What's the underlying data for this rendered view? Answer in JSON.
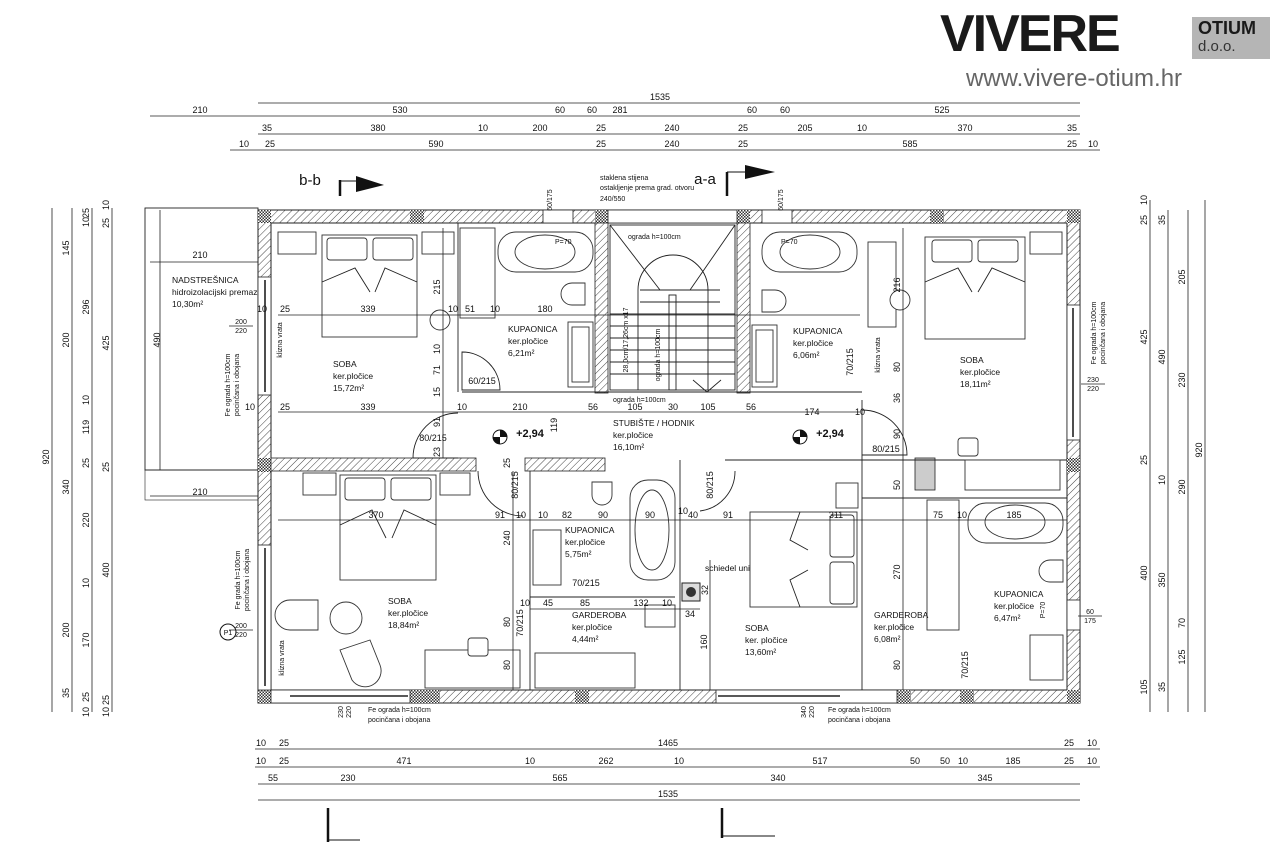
{
  "brand": {
    "name": "VIVERE",
    "sub1": "OTIUM",
    "sub2": "d.o.o.",
    "website": "www.vivere-otium.hr",
    "accent": "#b5b5b5"
  },
  "sections": {
    "bb": "b-b",
    "aa": "a-a"
  },
  "rooms": [
    {
      "name": "SOBA",
      "finish": "ker.pločice",
      "area": "15,72m²"
    },
    {
      "name": "KUPAONICA",
      "finish": "ker.pločice",
      "area": "6,21m²"
    },
    {
      "name": "KUPAONICA",
      "finish": "ker.pločice",
      "area": "6,06m²"
    },
    {
      "name": "SOBA",
      "finish": "ker.pločice",
      "area": "18,11m²"
    },
    {
      "name": "STUBIŠTE / HODNIK",
      "finish": "ker.pločice",
      "area": "16,10m²"
    },
    {
      "name": "KUPAONICA",
      "finish": "ker.pločice",
      "area": "5,75m²"
    },
    {
      "name": "SOBA",
      "finish": "ker.pločice",
      "area": "18,84m²"
    },
    {
      "name": "GARDEROBA",
      "finish": "ker.pločice",
      "area": "4,44m²"
    },
    {
      "name": "SOBA",
      "finish": "ker. pločice",
      "area": "13,60m²"
    },
    {
      "name": "GARDEROBA",
      "finish": "ker.pločice",
      "area": "6,08m²"
    },
    {
      "name": "KUPAONICA",
      "finish": "ker.pločice",
      "area": "6,47m²"
    }
  ],
  "canopy": {
    "name": "NADSTREŠNICA",
    "finish": "hidroizolacijski premaz",
    "area": "10,30m²"
  },
  "notes": {
    "glass_wall": [
      "staklena stijena",
      "ostakljenje prema grad. otvoru",
      "240/550"
    ],
    "railing": "ograda h=100cm",
    "stairs": "28,0cm/17,26cm x17",
    "sliding_door": "klizna vrata",
    "fe_railing": [
      "Fe ograda h=100cm",
      "pocinčana i obojana"
    ],
    "fe_railing_alt": [
      "Fe grada h=100cm",
      "pocinčana i obojana"
    ],
    "p70": "P=70",
    "chimney": "schiedel uni",
    "p1": "P1",
    "level": "+2,94"
  },
  "fractions": [
    [
      "200",
      "220"
    ],
    [
      "200",
      "220"
    ],
    [
      "230",
      "220"
    ],
    [
      "60",
      "175"
    ],
    [
      "230",
      "220"
    ],
    [
      "340",
      "220"
    ]
  ],
  "dims": {
    "top_total": "1535",
    "top_row1": [
      "210",
      "530",
      "60",
      "60",
      "281",
      "60",
      "60",
      "525"
    ],
    "top_row2": [
      "35",
      "380",
      "10",
      "200",
      "25",
      "240",
      "25",
      "205",
      "10",
      "370",
      "35"
    ],
    "top_row3": [
      "10",
      "25",
      "590",
      "25",
      "240",
      "25",
      "585",
      "25",
      "10"
    ],
    "bottom_row1": [
      "10",
      "25",
      "1465",
      "25",
      "10"
    ],
    "bottom_row2": [
      "10",
      "25",
      "471",
      "10",
      "262",
      "10",
      "517",
      "50",
      "50",
      "10",
      "185",
      "25",
      "10"
    ],
    "bottom_row3": [
      "55",
      "230",
      "565",
      "340",
      "345"
    ],
    "bottom_total": "1535",
    "left_col1": [
      "920"
    ],
    "left_col2": [
      "145",
      "200",
      "340",
      "200",
      "35"
    ],
    "left_col3": [
      "25",
      "10",
      "296",
      "10",
      "119",
      "25",
      "220",
      "10",
      "170",
      "25",
      "10"
    ],
    "left_col4": [
      "10",
      "25",
      "425",
      "25",
      "400",
      "25",
      "10"
    ],
    "right_col1": [
      "10",
      "25",
      "425",
      "25",
      "400",
      "105"
    ],
    "right_col2": [
      "35",
      "490",
      "10",
      "350",
      "35"
    ],
    "right_col3": [
      "205",
      "230",
      "290",
      "70",
      "125"
    ],
    "right_col4": [
      "920"
    ],
    "interior": [
      "210",
      "10",
      "25",
      "339",
      "215",
      "10",
      "51",
      "10",
      "180",
      "10",
      "71",
      "15",
      "60/215",
      "10",
      "25",
      "339",
      "10",
      "210",
      "56",
      "105",
      "30",
      "105",
      "56",
      "174",
      "10",
      "91",
      "119",
      "80/215",
      "23",
      "90",
      "80/215",
      "36",
      "80",
      "216",
      "70/215",
      "370",
      "91",
      "10",
      "10",
      "82",
      "90",
      "90",
      "10",
      "40",
      "91",
      "311",
      "75",
      "10",
      "185",
      "240",
      "25",
      "80/215",
      "80/215",
      "70/215",
      "10",
      "45",
      "85",
      "132",
      "10",
      "34",
      "32",
      "80",
      "70/215",
      "80",
      "160",
      "50",
      "270",
      "80",
      "70/215",
      "490",
      "210",
      "60/175",
      "60/175"
    ]
  }
}
